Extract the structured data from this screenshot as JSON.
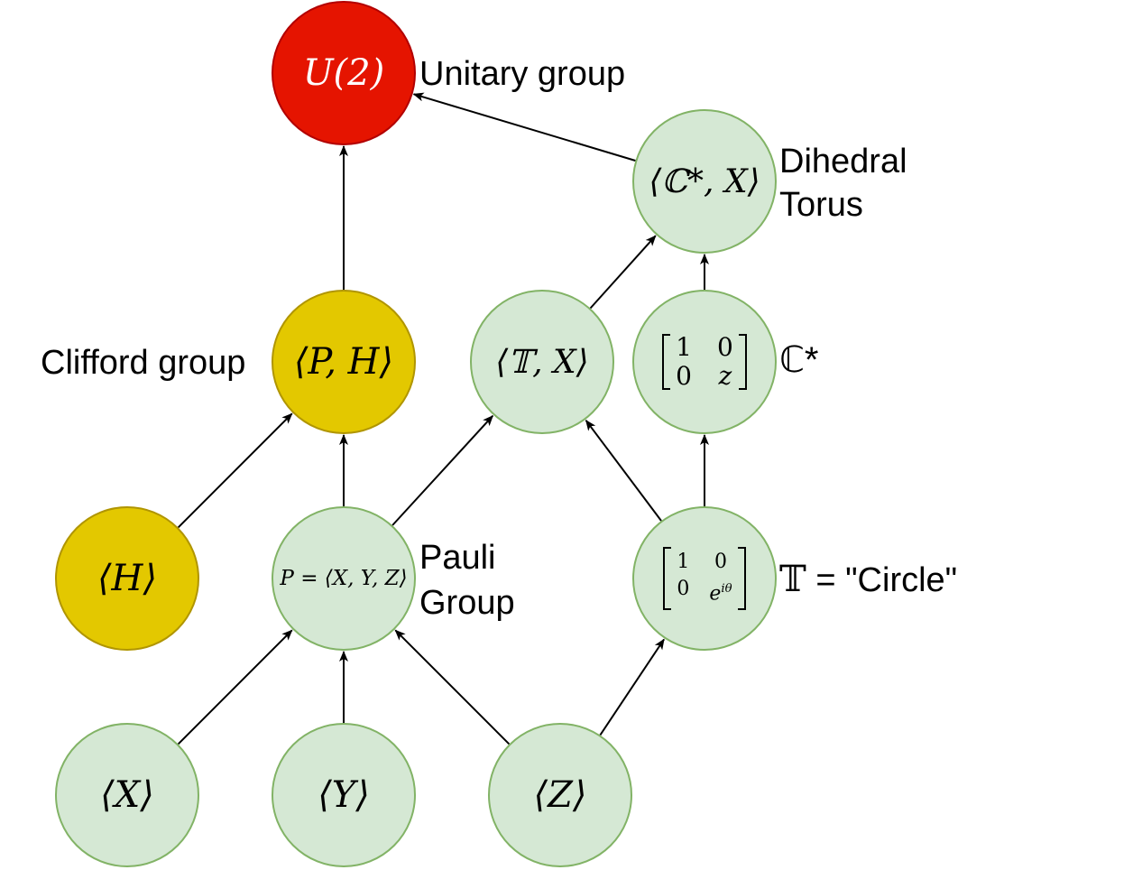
{
  "nodes": {
    "u2": {
      "text": "U(2)",
      "color": "#e51400"
    },
    "dihedral_torus": {
      "text": "⟨ℂ*, X⟩",
      "color": "#d5e8d4"
    },
    "clifford": {
      "text": "⟨P, H⟩",
      "color": "#e3c800"
    },
    "t_x": {
      "text": "⟨𝕋, X⟩",
      "color": "#d5e8d4"
    },
    "c_star_matrix": {
      "r1c1": "1",
      "r1c2": "0",
      "r2c1": "0",
      "r2c2": "z",
      "color": "#d5e8d4"
    },
    "h": {
      "text": "⟨H⟩",
      "color": "#e3c800"
    },
    "pauli": {
      "text": "P = ⟨X, Y, Z⟩",
      "color": "#d5e8d4"
    },
    "circle_matrix": {
      "r1c1": "1",
      "r1c2": "0",
      "r2c1": "0",
      "r2c2": "eiθ",
      "color": "#d5e8d4"
    },
    "x": {
      "text": "⟨X⟩",
      "color": "#d5e8d4"
    },
    "y": {
      "text": "⟨Y⟩",
      "color": "#d5e8d4"
    },
    "z": {
      "text": "⟨Z⟩",
      "color": "#d5e8d4"
    }
  },
  "labels": {
    "unitary": "Unitary group",
    "dihedral_line1": "Dihedral",
    "dihedral_line2": "Torus",
    "clifford": "Clifford group",
    "c_star": "ℂ*",
    "pauli_line1": "Pauli",
    "pauli_line2": "Group",
    "circle_symbol": "𝕋",
    "circle_text": " = \"Circle\""
  },
  "edges": [
    {
      "from": "dihedral_torus",
      "to": "u2"
    },
    {
      "from": "clifford",
      "to": "u2"
    },
    {
      "from": "t_x",
      "to": "dihedral_torus"
    },
    {
      "from": "c_star_matrix",
      "to": "dihedral_torus"
    },
    {
      "from": "h",
      "to": "clifford"
    },
    {
      "from": "pauli",
      "to": "clifford"
    },
    {
      "from": "pauli",
      "to": "t_x"
    },
    {
      "from": "circle_matrix",
      "to": "t_x"
    },
    {
      "from": "circle_matrix",
      "to": "c_star_matrix"
    },
    {
      "from": "x",
      "to": "pauli"
    },
    {
      "from": "y",
      "to": "pauli"
    },
    {
      "from": "z",
      "to": "pauli"
    },
    {
      "from": "z",
      "to": "circle_matrix"
    }
  ]
}
